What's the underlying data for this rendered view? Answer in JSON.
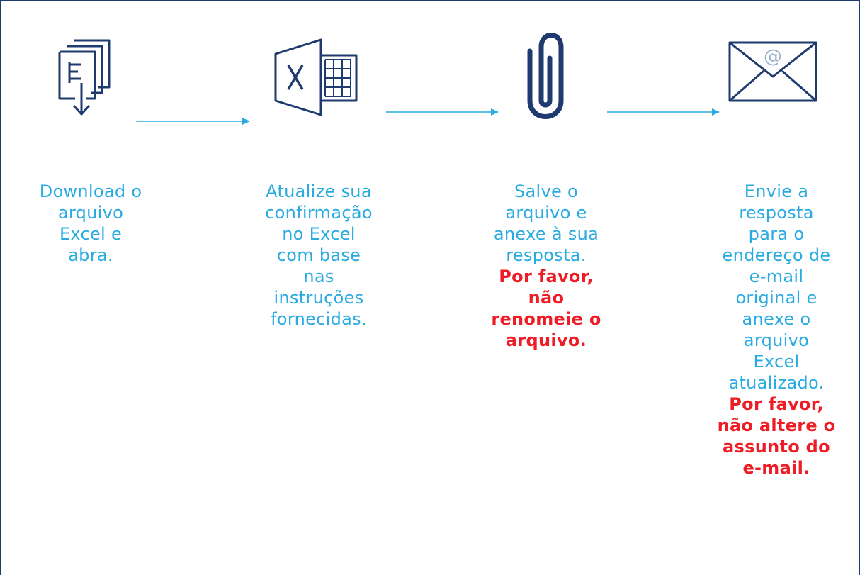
{
  "colors": {
    "icon_blue": "#1e3a6e",
    "arrow_blue": "#29abe2",
    "text_blue": "#29abe2",
    "warning_red": "#ee1c25"
  },
  "steps": [
    {
      "icon": "download-document-icon",
      "text": [
        "Download o",
        "arquivo",
        "Excel e",
        "abra."
      ],
      "warning": []
    },
    {
      "icon": "excel-icon",
      "text": [
        "Atualize sua",
        "confirmação",
        "no Excel",
        "com base",
        "nas",
        "instruções",
        "fornecidas."
      ],
      "warning": []
    },
    {
      "icon": "paperclip-icon",
      "text": [
        "Salve o",
        "arquivo e",
        "anexe à sua",
        "resposta."
      ],
      "warning": [
        "Por favor,",
        "não",
        "renomeie o",
        "arquivo."
      ]
    },
    {
      "icon": "email-envelope-icon",
      "text": [
        "Envie a",
        "resposta",
        "para o",
        "endereço de",
        "e-mail",
        "original e",
        "anexe o",
        "arquivo",
        "Excel",
        "atualizado."
      ],
      "warning": [
        "Por favor,",
        "não altere o",
        "assunto do",
        "e-mail."
      ]
    }
  ]
}
